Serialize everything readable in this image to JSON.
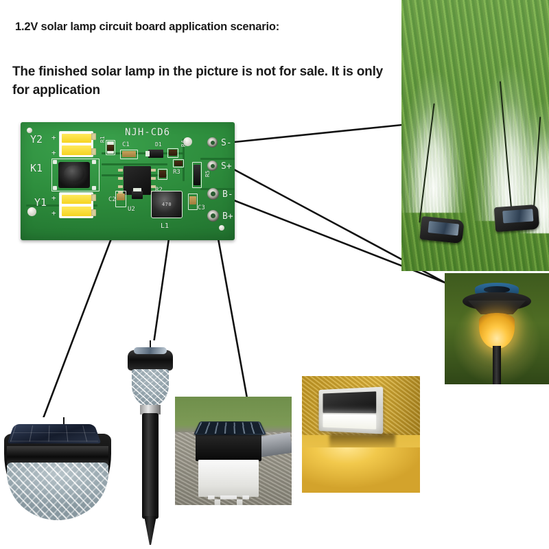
{
  "headings": {
    "line1": "1.2V solar lamp circuit board application scenario:",
    "line2": "The finished solar lamp in the picture is not for sale. It is only for application"
  },
  "pcb": {
    "part_number": "NJH-CD6",
    "board_color": "#2d8c3c",
    "silkscreen_color": "#eaf3ea",
    "designators": {
      "led_top": "Y2",
      "led_bottom": "Y1",
      "button": "K1",
      "cap_1": "C1",
      "cap_2": "C2",
      "cap_3": "C3",
      "res_1": "R1",
      "res_2": "R2",
      "res_3": "R3",
      "res_4": "R4",
      "res_5": "R5",
      "diode": "D1",
      "regulator": "U2",
      "inductor": "L1"
    },
    "inductor_code": "470",
    "polarity_marks": [
      "+",
      "+",
      "+",
      "+"
    ],
    "terminals": [
      {
        "label": "S-",
        "name": "solar-negative"
      },
      {
        "label": "S+",
        "name": "solar-positive"
      },
      {
        "label": "B-",
        "name": "battery-negative"
      },
      {
        "label": "B+",
        "name": "battery-positive"
      }
    ]
  },
  "photos": [
    {
      "id": "grass",
      "caption": "fiber-optic pampas grass solar lights in lawn"
    },
    {
      "id": "path",
      "caption": "black pathway solar lamp glowing amber on grass"
    },
    {
      "id": "wall",
      "caption": "semicircular solar wall lamp with faceted diffuser"
    },
    {
      "id": "stake",
      "caption": "black garden stake solar lamp with ribbed diffuser"
    },
    {
      "id": "post",
      "caption": "square post cap solar lamp on stone"
    },
    {
      "id": "step",
      "caption": "stainless steel solar step light on wall"
    }
  ],
  "leader_lines": {
    "color": "#111111",
    "count": 6
  }
}
